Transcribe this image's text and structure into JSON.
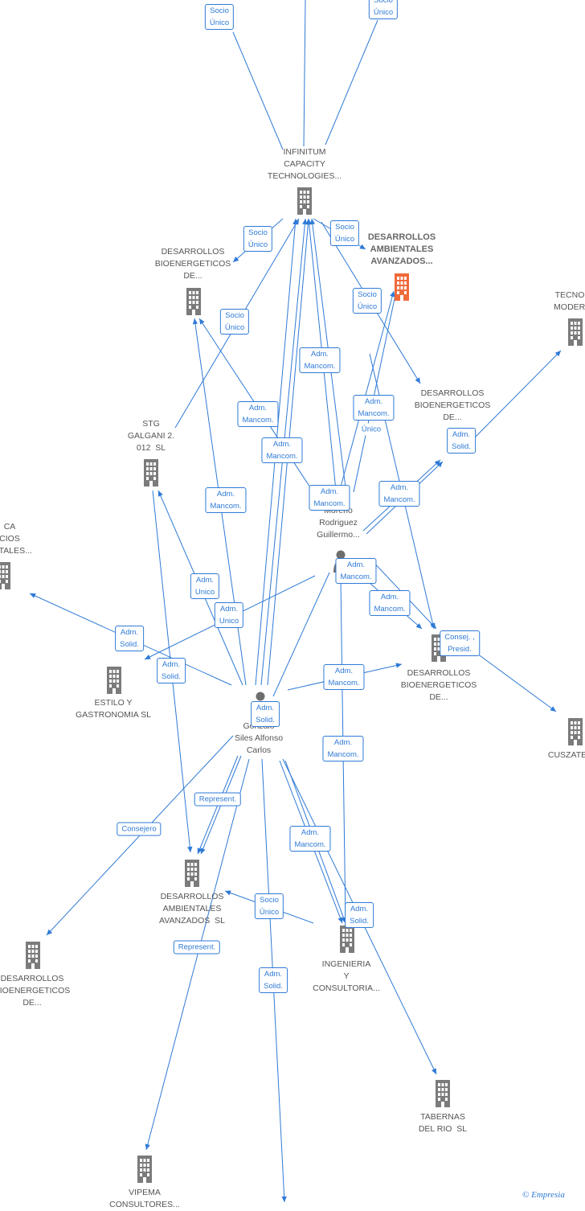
{
  "colors": {
    "edge": "#2f7ad6",
    "building": "#7b7b7b",
    "focal_building": "#f06a3a",
    "person": "#6e6e6e"
  },
  "nodes": [
    {
      "id": "infinitum",
      "kind": "company",
      "label": "INFINITUM\nCAPACITY\nTECHNOLOGIES..."
    },
    {
      "id": "daa_focal",
      "kind": "company_focal",
      "label": "DESARROLLOS\nAMBIENTALES\nAVANZADOS..."
    },
    {
      "id": "db_top_left",
      "kind": "company",
      "label": "DESARROLLOS\nBIOENERGETICOS\nDE..."
    },
    {
      "id": "tecno",
      "kind": "company",
      "label": "TECNOLO\nMODERNA"
    },
    {
      "id": "db_mid_right",
      "kind": "company",
      "label": "DESARROLLOS\nBIOENERGETICOS\nDE..."
    },
    {
      "id": "stg",
      "kind": "company",
      "label": "STG\nGALGANI 2.\n012  SL"
    },
    {
      "id": "left_cut",
      "kind": "company",
      "label": "CA\nCIOS\nENTALES..."
    },
    {
      "id": "moreno",
      "kind": "person",
      "label": "Moreno\nRodriguez\nGuillermo..."
    },
    {
      "id": "estilo",
      "kind": "company",
      "label": "ESTILO Y\nGASTRONOMIA SL"
    },
    {
      "id": "db_right",
      "kind": "company",
      "label": "DESARROLLOS\nBIOENERGETICOS\nDE..."
    },
    {
      "id": "cuszate",
      "kind": "company",
      "label": "CUSZATE"
    },
    {
      "id": "gonzalo",
      "kind": "person",
      "label": "Gonzalo\nSiles Alfonso\nCarlos"
    },
    {
      "id": "daa_sl",
      "kind": "company",
      "label": "DESARROLLOS\nAMBIENTALES\nAVANZADOS  SL"
    },
    {
      "id": "db_bottom_left",
      "kind": "company",
      "label": "DESARROLLOS\nBIOENERGETICOS\nDE..."
    },
    {
      "id": "ingenieria",
      "kind": "company",
      "label": "INGENIERIA\nY\nCONSULTORIA..."
    },
    {
      "id": "tabernas",
      "kind": "company",
      "label": "TABERNAS\nDEL RIO  SL"
    },
    {
      "id": "vipema",
      "kind": "company",
      "label": "VIPEMA\nCONSULTORES..."
    }
  ],
  "edge_labels": [
    "Socio\nÚnico",
    "Socio\nÚnico",
    "Socio\nÚnico",
    "Socio\nÚnico",
    "Socio\nÚnico",
    "Socio\nÚnico",
    "Adm.\nMancom.",
    "Adm.\nMancom.",
    "Adm.\nMancom.",
    "Adm.\nMancom.",
    "Adm.\nMancom.",
    "Adm.\nMancom.",
    "Adm.\nSolid.",
    "Adm.\nMancom.",
    "Adm.\nUnico",
    "Adm.\nUnico",
    "Adm.\nMancom.",
    "Adm.\nMancom.",
    "Adm.\nSolid.",
    "Adm.\nSolid.",
    "Consej. ,\nPresid.",
    "Adm.\nMancom.",
    "Adm.\nSolid.",
    "Adm.\nMancom.",
    "Represent.",
    "Consejero",
    "Adm.\nMancom.",
    "Socio\nÚnico",
    "Adm.\nSolid.",
    "Represent.",
    "Adm.\nSolid.",
    "Único"
  ],
  "brand": "© Empresia"
}
